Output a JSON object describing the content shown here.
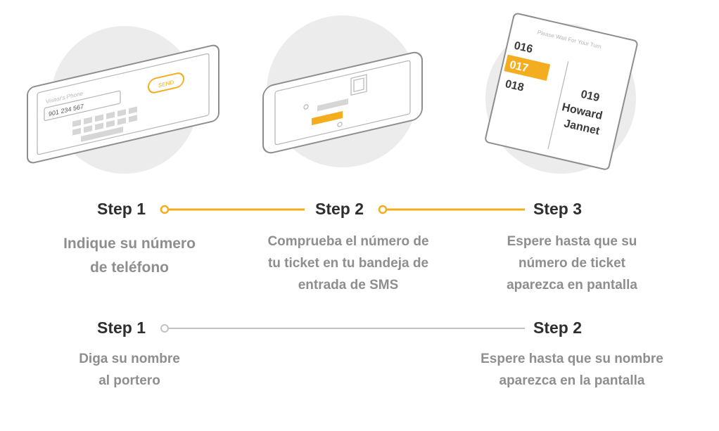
{
  "illustrations": {
    "tablet": {
      "field_label": "Visitor's Phone",
      "field_value": "901 234 567",
      "button_label": "SEND"
    },
    "screen": {
      "title": "Please Wait For Your Turn",
      "queue": [
        "016",
        "017",
        "018"
      ],
      "highlighted": "017",
      "current_number": "019",
      "current_name_first": "Howard",
      "current_name_last": "Jannet"
    }
  },
  "flow1": {
    "steps": [
      {
        "label": "Step 1",
        "desc": [
          "Indique su número",
          "de teléfono"
        ]
      },
      {
        "label": "Step 2",
        "desc": [
          "Comprueba el número de",
          "tu ticket en tu bandeja de",
          "entrada de SMS"
        ]
      },
      {
        "label": "Step 3",
        "desc": [
          "Espere hasta que su",
          "número de ticket",
          "aparezca en pantalla"
        ]
      }
    ]
  },
  "flow2": {
    "steps": [
      {
        "label": "Step 1",
        "desc": [
          "Diga su nombre",
          "al portero"
        ]
      },
      {
        "label": "Step 2",
        "desc": [
          "Espere hasta que su nombre",
          "aparezca en la pantalla"
        ]
      }
    ]
  },
  "colors": {
    "accent": "#f4ad1f",
    "inactive": "#c2c2c2",
    "title": "#2e2e2e",
    "desc": "#8e8e8e"
  }
}
